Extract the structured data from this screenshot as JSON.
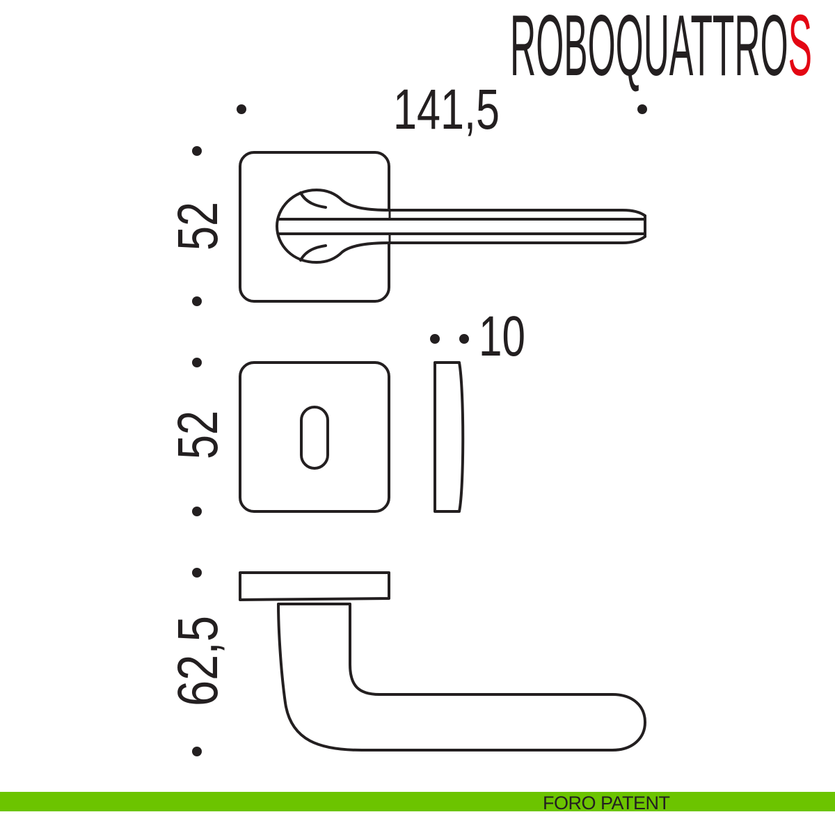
{
  "brand": {
    "title_main": "ROBOQUATTRO",
    "title_suffix": "S",
    "suffix_color": "#e30613"
  },
  "dimensions": {
    "overall_length": "141,5",
    "rosette_height": "52",
    "escutcheon_height": "52",
    "thickness": "10",
    "projection": "62,5"
  },
  "footer": {
    "label": "FORO PATENT",
    "bar_color": "#6cc400"
  }
}
